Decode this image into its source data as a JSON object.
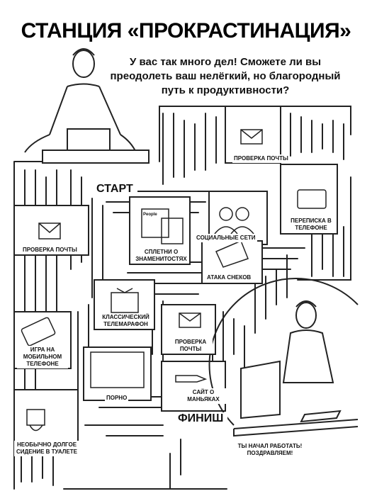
{
  "title": "СТАНЦИЯ «ПРОКРАСТИНАЦИЯ»",
  "intro": "У вас так много дел! Сможете ли вы преодолеть ваш нелёгкий, но благородный путь к продуктивности?",
  "start": "СТАРТ",
  "finish": "ФИНИШ",
  "rooms": {
    "mail_top": "ПРОВЕРКА ПОЧТЫ",
    "phone_chat": "ПЕРЕПИСКА В ТЕЛЕФОНЕ",
    "social": "СОЦИАЛЬНЫЕ СЕТИ",
    "gossip": "СПЛЕТНИ О ЗНАМЕНИТОСТЯХ",
    "snack": "АТАКА СНЕКОВ",
    "mail_left": "ПРОВЕРКА ПОЧТЫ",
    "tv": "КЛАССИЧЕСКИЙ ТЕЛЕМАРАФОН",
    "mail_mid": "ПРОВЕРКА ПОЧТЫ",
    "mobile_game": "ИГРА НА МОБИЛЬНОМ ТЕЛЕФОНЕ",
    "porn": "ПОРНО",
    "maniac": "САЙТ О МАНЬЯКАХ",
    "toilet": "НЕОБЫЧНО ДОЛГОЕ СИДЕНИЕ В ТУАЛЕТЕ",
    "congrats": "ТЫ НАЧАЛ РАБОТАТЬ! ПОЗДРАВЛЯЕМ!"
  },
  "magazine_text": "People"
}
